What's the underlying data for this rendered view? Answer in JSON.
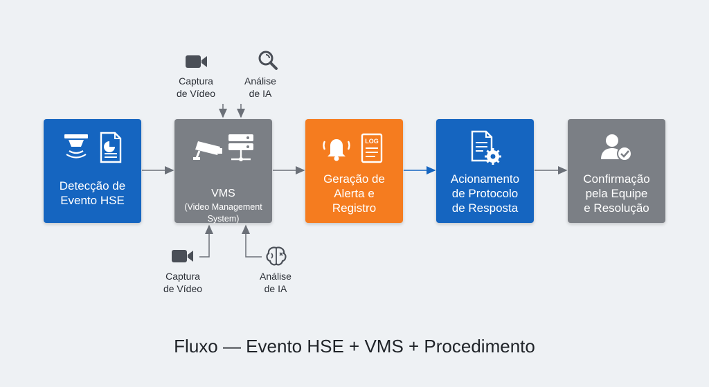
{
  "title": "Fluxo — Evento HSE + VMS + Procedimento",
  "steps": [
    {
      "label": "Detecção de\nEvento HSE",
      "color": "#1565c0"
    },
    {
      "label": "VMS",
      "sublabel": "(Video Management\nSystem)",
      "color": "#7b7f85"
    },
    {
      "label": "Geração de\nAlerta e\nRegistro",
      "color": "#f57c1f"
    },
    {
      "label": "Acionamento\nde Protocolo\nde Resposta",
      "color": "#1565c0"
    },
    {
      "label": "Confirmação\npela Equipe\ne Resolução",
      "color": "#7b7f85"
    }
  ],
  "inputs_top": [
    {
      "label": "Captura\nde Vídeo",
      "icon": "video-camera-icon"
    },
    {
      "label": "Análise\nde IA",
      "icon": "magnifier-icon"
    }
  ],
  "inputs_bottom": [
    {
      "label": "Captura\nde Vídeo",
      "icon": "video-camera-icon"
    },
    {
      "label": "Análise\nde IA",
      "icon": "brain-icon"
    }
  ],
  "icons": {
    "step1": [
      "sensor-icon",
      "report-document-icon"
    ],
    "step2": [
      "cctv-camera-icon",
      "server-icon"
    ],
    "step3": [
      "bell-icon",
      "log-document-icon"
    ],
    "step4": [
      "document-gear-icon"
    ],
    "step5": [
      "user-check-icon"
    ]
  },
  "log_badge": "LOG",
  "colors": {
    "arrow": "#6b7078",
    "arrow_blue": "#1565c0",
    "background": "#eef1f4"
  }
}
